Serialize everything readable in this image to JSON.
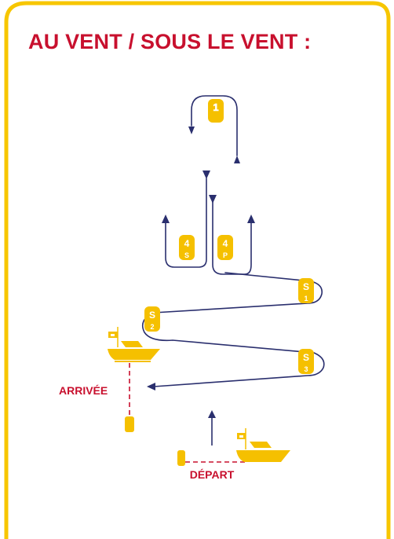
{
  "title": "AU VENT / SOUS LE VENT :",
  "marks": {
    "windward": {
      "label": "1"
    },
    "gate_starboard": {
      "letter": "S",
      "number": "4"
    },
    "gate_port": {
      "letter": "P",
      "number": "4"
    },
    "offset_1": {
      "letter": "S",
      "number": "1"
    },
    "offset_2": {
      "letter": "S",
      "number": "2"
    },
    "offset_3": {
      "letter": "S",
      "number": "3"
    }
  },
  "finish": {
    "label": "ARRIVÉE"
  },
  "start": {
    "label": "DÉPART"
  },
  "colors": {
    "frame": "#f7c600",
    "title": "#c8102e",
    "course": "#2a2f6e",
    "buoy": "#f5c000",
    "boat": "#f5c000",
    "line": "#c8102e",
    "label": "#c8102e"
  }
}
